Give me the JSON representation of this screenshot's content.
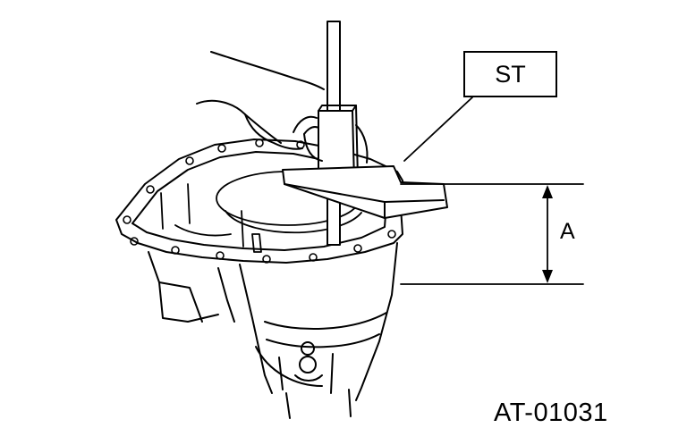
{
  "labels": {
    "tool": "ST",
    "dimension": "A",
    "figure_id": "AT-01031"
  },
  "colors": {
    "ink": "#000000",
    "paper": "#ffffff"
  }
}
